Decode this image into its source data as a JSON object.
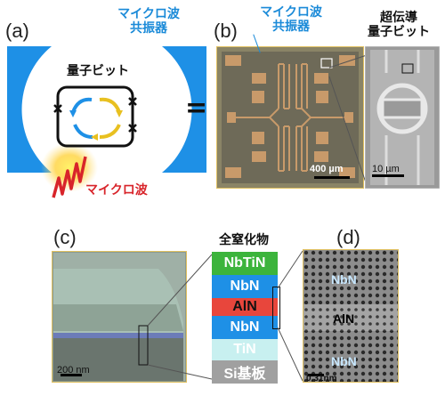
{
  "panel_a": {
    "label": "(a)",
    "resonator_label_line1": "マイクロ波",
    "resonator_label_line2": "共振器",
    "qubit_label": "量子ビット",
    "microwave_label": "マイクロ波",
    "equals": "="
  },
  "panel_b": {
    "label": "(b)",
    "resonator_label_line1": "マイクロ波",
    "resonator_label_line2": "共振器",
    "qubit_label_line1": "超伝導",
    "qubit_label_line2": "量子ビット",
    "scale_main": "400 µm",
    "scale_zoom": "10 µm"
  },
  "panel_c": {
    "label": "(c)",
    "scale": "200 nm",
    "stack_title": "全窒化物",
    "layers": [
      {
        "name": "NbTiN",
        "color": "#3cb43c"
      },
      {
        "name": "NbN",
        "color": "#1e90e6"
      },
      {
        "name": "AlN",
        "color": "#e8463c"
      },
      {
        "name": "NbN",
        "color": "#1e90e6"
      },
      {
        "name": "TiN",
        "color": "#c8f0f0"
      },
      {
        "name": "Si基板",
        "color": "#a0a0a0"
      }
    ]
  },
  "panel_d": {
    "label": "(d)",
    "top_label": "NbN",
    "middle_label": "AlN",
    "bottom_label": "NbN",
    "scale": "0.31nm"
  },
  "colors": {
    "resonator_blue": "#1e90e6",
    "microwave_red": "#d8242a",
    "border_gold": "#e0c060"
  }
}
